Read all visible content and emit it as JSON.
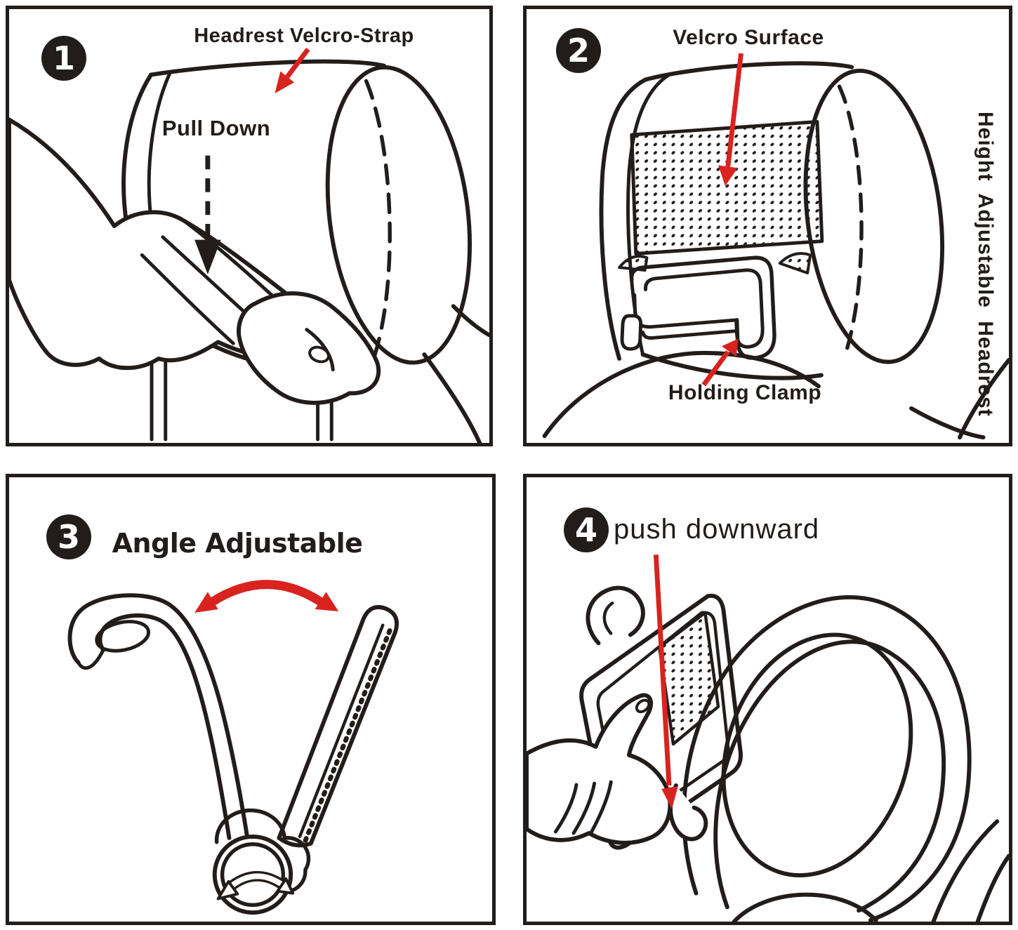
{
  "colors": {
    "line": "#221d1a",
    "red": "#d8231f",
    "badge_bg": "#221d1a",
    "badge_fg": "#ffffff",
    "background": "#ffffff"
  },
  "steps": [
    {
      "number": "1",
      "velcro_strap_label": "Headrest Velcro-Strap",
      "pull_down_label": "Pull Down"
    },
    {
      "number": "2",
      "velcro_surface_label": "Velcro Surface",
      "holding_clamp_label": "Holding Clamp",
      "side_label": "Height Adjustable Headrest"
    },
    {
      "number": "3",
      "title_label": "Angle Adjustable"
    },
    {
      "number": "4",
      "push_label": "push downward"
    }
  ]
}
